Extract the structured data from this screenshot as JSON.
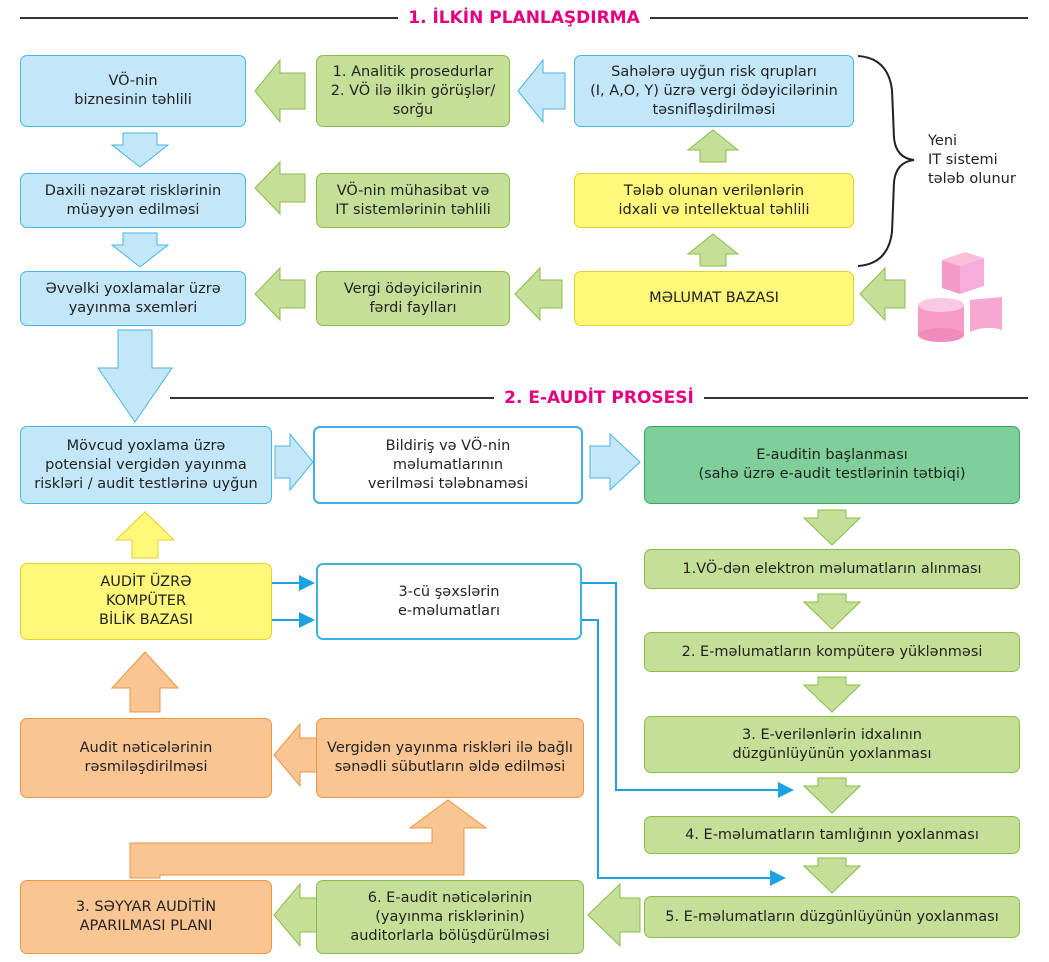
{
  "section1": {
    "title": "1. İLKİN PLANLAŞDIRMA"
  },
  "section2": {
    "title": "2. E-AUDİT PROSESİ"
  },
  "planning": {
    "biz_analysis": "VÖ-nin\nbiznesinin təhlili",
    "internal_control": "Daxili nəzarət risklərinin\nmüəyyən edilməsi",
    "prev_schemes": "Əvvəlki yoxlamalar üzrə\nyayınma sxemləri",
    "analytic": "1. Analitik prosedurlar\n2. VÖ ilə ilkin görüşlər/\nsorğu",
    "accounting_it": "VÖ-nin mühasibat və\nIT sistemlərinin təhlili",
    "personal_files": "Vergi ödəyicilərinin\nfərdi faylları",
    "risk_groups": "Sahələrə uyğun risk qrupları\n(I, A,O, Y) üzrə vergi ödəyicilərinin\ntəsnifləşdirilməsi",
    "data_import": "Tələb olunan verilənlərin\nidxali və intellektual təhlili",
    "database": "MƏLUMAT BAZASI",
    "new_it_note": "Yeni\nIT sistemi\ntələb olunur"
  },
  "process": {
    "potential_risks": "Mövcud yoxlama üzrə\npotensial vergidən yayınma\nriskləri / audit testlərinə uyğun",
    "notice": "Bildiriş və VÖ-nin\nməlumatlarının\nverilməsi tələbnaməsi",
    "eaudit_start": "E-auditin başlanması\n(sahə üzrə e-audit testlərinin tətbiqi)",
    "knowledge_base": "AUDİT ÜZRƏ\nKOMPÜTER\nBİLİK BAZASI",
    "third_party": "3-cü şəxslərin\ne-məlumatları",
    "steps": [
      "1.VÖ-dən elektron məlumatların alınması",
      "2. E-məlumatların kompüterə yüklənməsi",
      "3. E-verilənlərin idxalının\ndüzgünlüyünün yoxlanması",
      "4. E-məlumatların tamlığının yoxlanması",
      "5. E-məlumatların düzgünlüyünün yoxlanması"
    ],
    "formalize": "Audit nəticələrinin\nrəsmiləşdirilməsi",
    "evidence": "Vergidən yayınma riskləri ilə bağlı\nsənədli sübutların əldə edilməsi",
    "mobile_plan": "3. SƏYYAR AUDİTİN\nAPARILMASI PLANI",
    "share_results": "6. E-audit nəticələrinin\n(yayınma risklərinin)\nauditorlarla bölüşdürülməsi"
  },
  "colors": {
    "title_magenta": "#e4007f",
    "blue": "#c3e7f8",
    "green": "#c6df98",
    "yellow": "#fff77a",
    "orange": "#f9c592",
    "dark_green": "#7fcf9a",
    "connector_blue": "#1aa3e0"
  }
}
